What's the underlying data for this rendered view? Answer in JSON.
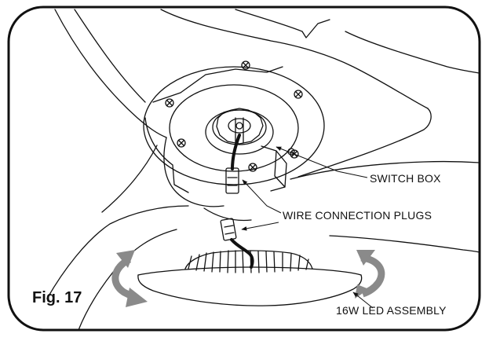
{
  "figure": {
    "label": "Fig. 17"
  },
  "callouts": {
    "switch_box": "SWITCH BOX",
    "wire_connection_plugs": "WIRE CONNECTION PLUGS",
    "led_assembly": "16W LED ASSEMBLY"
  },
  "colors": {
    "line": "#111111",
    "rotate_arrow": "#8a8a8a",
    "background": "#ffffff"
  }
}
